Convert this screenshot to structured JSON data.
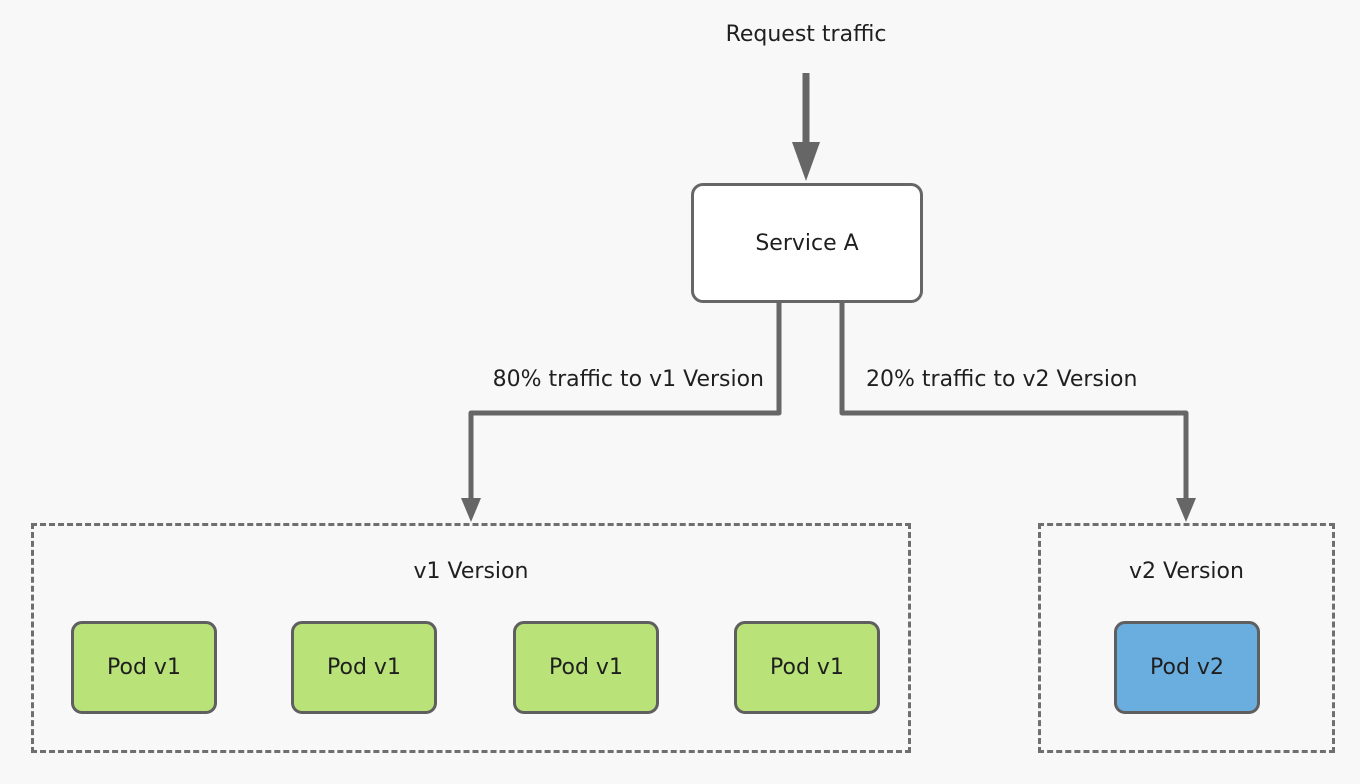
{
  "diagram": {
    "request_label": "Request traffic",
    "service": {
      "label": "Service A"
    },
    "routes": {
      "v1_label": "80% traffic to v1 Version",
      "v2_label": "20% traffic to v2 Version"
    },
    "groups": {
      "v1": {
        "title": "v1 Version",
        "pods": [
          "Pod v1",
          "Pod v1",
          "Pod v1",
          "Pod v1"
        ]
      },
      "v2": {
        "title": "v2 Version",
        "pods": [
          "Pod v2"
        ]
      }
    }
  },
  "colors": {
    "pod_v1_fill": "#b9e279",
    "pod_v2_fill": "#6aaedf",
    "connector": "#666666",
    "background": "#f8f8f8"
  }
}
